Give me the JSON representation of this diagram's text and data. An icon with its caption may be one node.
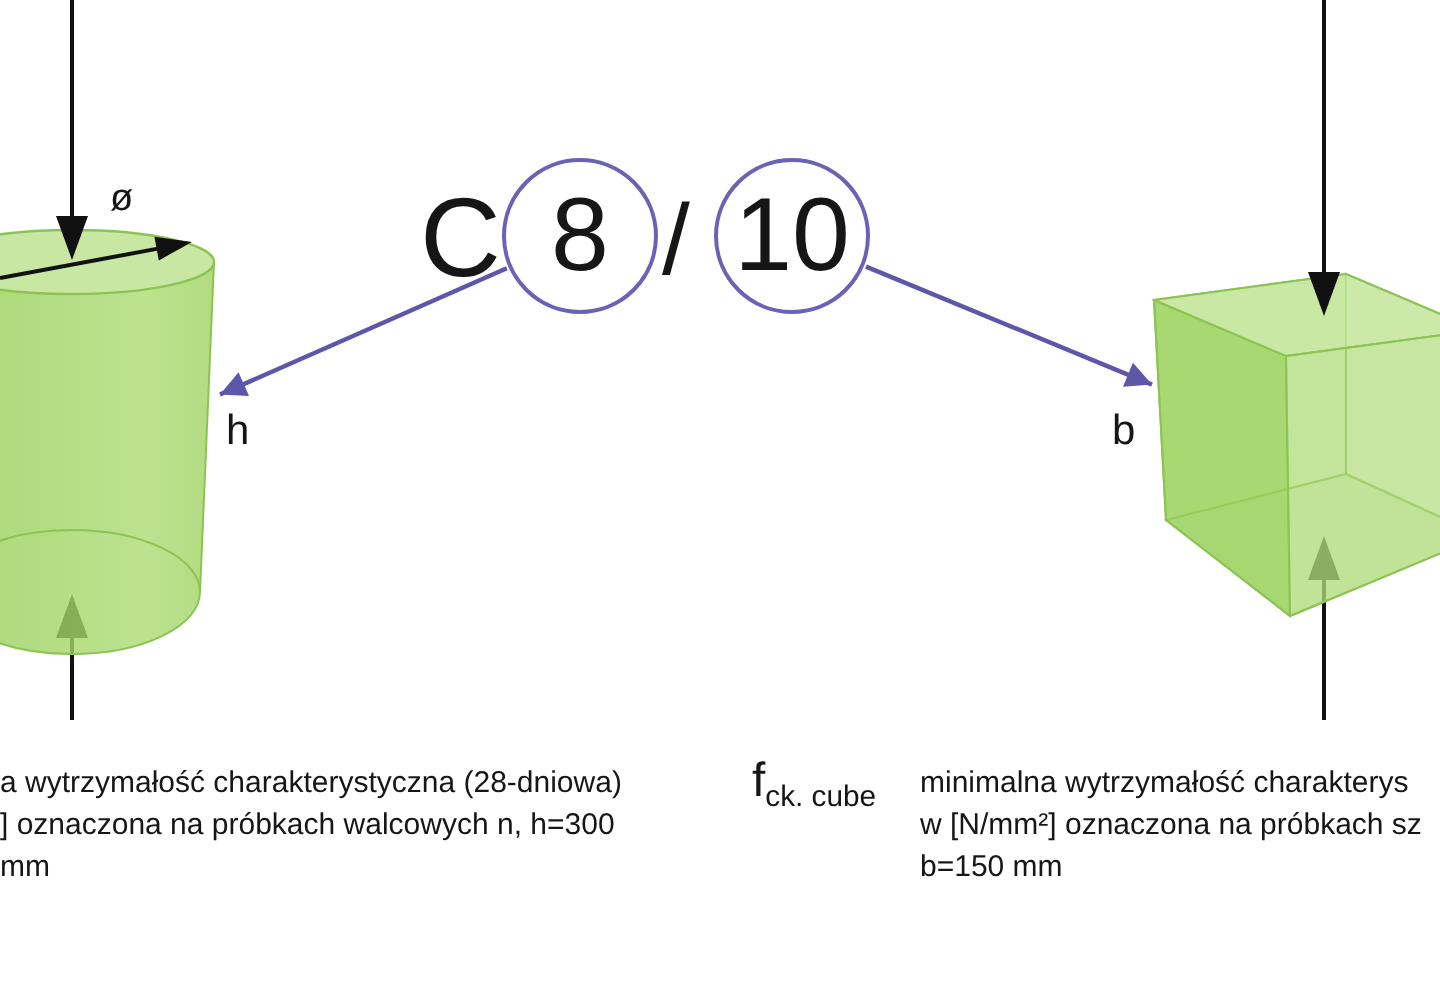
{
  "diagram": {
    "nodes": [
      {
        "text": [
          "8"
        ]
      },
      {
        "text": [
          "10"
        ]
      },
      {
        "text": [],
        "shape": "cylinder"
      },
      {
        "text": [],
        "shape": "cube"
      }
    ],
    "edges": [
      {
        "from": 0,
        "to": 2,
        "arrow": "to"
      },
      {
        "from": 1,
        "to": 3,
        "arrow": "to"
      }
    ],
    "labels": [
      "ø",
      "C",
      "/",
      "h",
      "b",
      "a wytrzymałość charakterystyczna (28-dniowa) ] oznaczona na próbkach walcowych n, h=300 mm",
      "f$_{ck. cube}$",
      "minimalna wytrzymałość charakterys w [N/mm²] oznaczona na próbkach sz b=150 mm"
    ]
  }
}
